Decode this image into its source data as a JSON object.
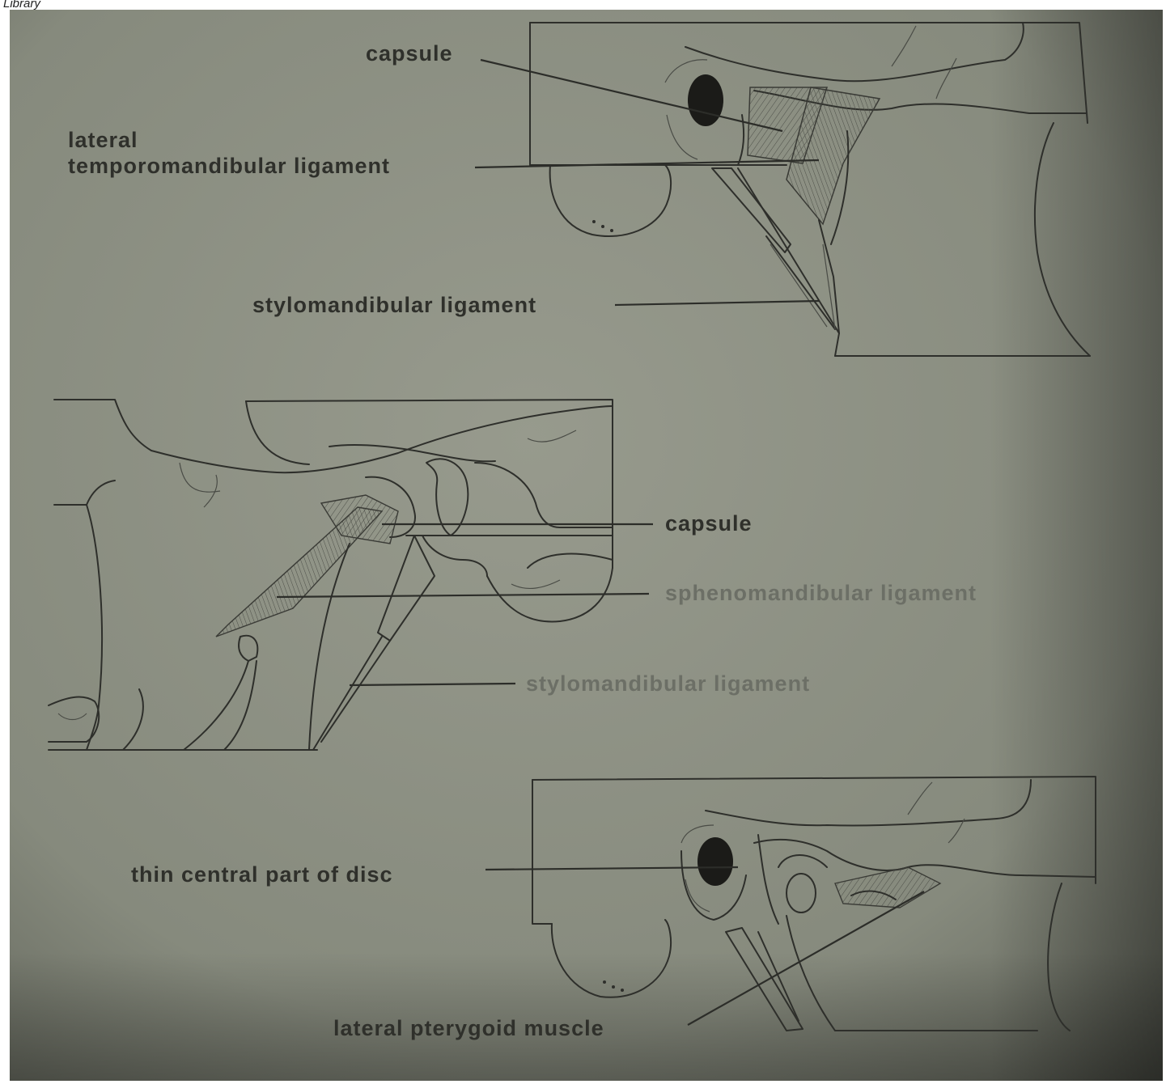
{
  "header": {
    "corner_text": "Library"
  },
  "figure": {
    "panel_top": {
      "labels": {
        "capsule": "capsule",
        "lateral_line1": "lateral",
        "lateral_line2": "temporomandibular ligament",
        "stylomandibular": "stylomandibular ligament"
      }
    },
    "panel_middle": {
      "labels": {
        "capsule": "capsule",
        "sphenomandibular": "sphenomandibular ligament",
        "stylomandibular": "stylomandibular ligament"
      }
    },
    "panel_bottom": {
      "labels": {
        "disc": "thin central part of disc",
        "pterygoid": "lateral pterygoid muscle"
      }
    }
  },
  "colors": {
    "paper": "#8a8d80",
    "ink": "#2e2f2b"
  }
}
